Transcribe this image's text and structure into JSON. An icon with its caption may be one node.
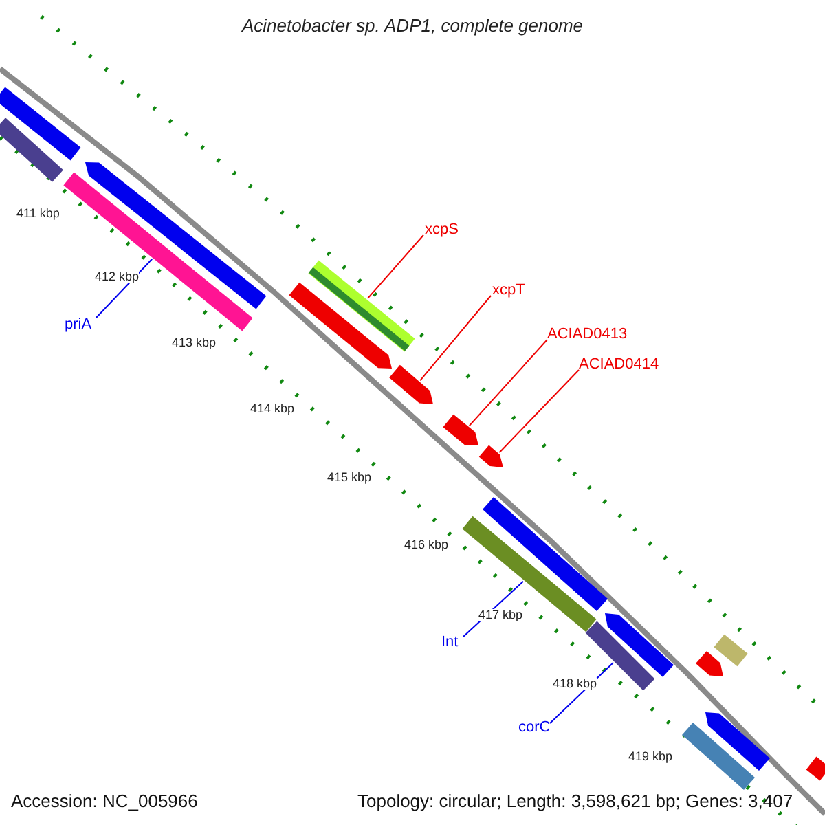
{
  "diagram": {
    "title": "Acinetobacter sp. ADP1, complete genome",
    "nodes": [
      {
        "text": [
          "priA"
        ]
      },
      {
        "text": [
          "xcpS"
        ]
      },
      {
        "text": [
          "xcpT"
        ]
      },
      {
        "text": [
          "ACIAD0413"
        ]
      },
      {
        "text": [
          "ACIAD0414"
        ]
      },
      {
        "text": [
          "Int"
        ]
      },
      {
        "text": [
          "corC"
        ]
      },
      {
        "text": [],
        "shape": "bar"
      },
      {
        "text": [],
        "shape": "bar"
      },
      {
        "text": [],
        "shape": "bar"
      },
      {
        "text": [],
        "shape": "bar"
      },
      {
        "text": [],
        "shape": "bar"
      },
      {
        "text": [],
        "shape": "bar"
      },
      {
        "text": [],
        "shape": "bar"
      },
      {
        "text": [],
        "shape": "bar"
      },
      {
        "text": [],
        "shape": "bar"
      },
      {
        "text": [],
        "shape": "bar"
      },
      {
        "text": [],
        "shape": "bar"
      },
      {
        "text": [],
        "shape": "bar"
      },
      {
        "text": [],
        "shape": "bar"
      },
      {
        "text": [],
        "shape": "bar"
      },
      {
        "text": [],
        "shape": "bar"
      },
      {
        "text": [],
        "shape": "bar"
      },
      {
        "text": [],
        "shape": "bar"
      },
      {
        "text": [],
        "shape": "bar"
      }
    ],
    "edges": [
      {
        "from": 0,
        "to": 10,
        "arrow": "none",
        "color": "#0000ee"
      },
      {
        "from": 1,
        "to": 12,
        "arrow": "none"
      },
      {
        "from": 2,
        "to": 13,
        "arrow": "none"
      },
      {
        "from": 3,
        "to": 14,
        "arrow": "none"
      },
      {
        "from": 4,
        "to": 15,
        "arrow": "none"
      },
      {
        "from": 5,
        "to": 16,
        "arrow": "none",
        "color": "#0000ee"
      },
      {
        "from": 6,
        "to": 18,
        "arrow": "none",
        "color": "#0000ee"
      }
    ],
    "labels": [
      "411 kbp",
      "412 kbp",
      "413 kbp",
      "414 kbp",
      "415 kbp",
      "416 kbp",
      "417 kbp",
      "418 kbp",
      "419 kbp",
      "Accession: NC_005966",
      "Topology: circular; Length: 3,598,621 bp; Genes: 3,407"
    ]
  }
}
